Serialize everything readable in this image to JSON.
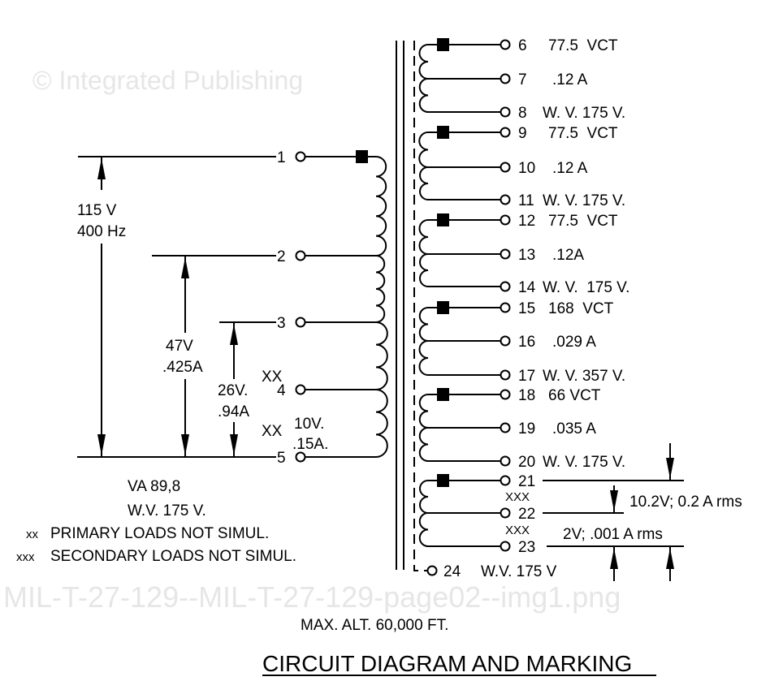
{
  "watermark": {
    "line1": "© Integrated Publishing",
    "line2": "MIL-T-27-129--MIL-T-27-129-page02--img1.png"
  },
  "primary": {
    "terminals": [
      "1",
      "2",
      "3",
      "4",
      "5"
    ],
    "supply": {
      "voltage": "115 V",
      "frequency": "400 Hz"
    },
    "tap2": {
      "voltage": "47V",
      "current": ".425A"
    },
    "tap3": {
      "voltage": "26V.",
      "current": ".94A"
    },
    "tap4": {
      "voltage": "10V.",
      "current": ".15A."
    },
    "xx_marks": [
      "XX",
      "XX"
    ]
  },
  "secondary": {
    "windings": [
      {
        "terminals": [
          "6",
          "7",
          "8"
        ],
        "labels": [
          "77.5  VCT",
          ".12 A",
          "W. V. 175 V."
        ]
      },
      {
        "terminals": [
          "9",
          "10",
          "11"
        ],
        "labels": [
          "77.5  VCT",
          ".12 A",
          "W. V. 175 V."
        ]
      },
      {
        "terminals": [
          "12",
          "13",
          "14"
        ],
        "labels": [
          "77.5  VCT",
          ".12A",
          "W. V.  175 V."
        ]
      },
      {
        "terminals": [
          "15",
          "16",
          "17"
        ],
        "labels": [
          "168  VCT",
          ".029 A",
          "W. V. 357 V."
        ]
      },
      {
        "terminals": [
          "18",
          "19",
          "20"
        ],
        "labels": [
          "66 VCT",
          ".035 A",
          "W. V. 175 V."
        ]
      },
      {
        "terminals": [
          "21",
          "22",
          "23"
        ],
        "labels": [
          "",
          "",
          ""
        ]
      }
    ],
    "xxx_marks": [
      "XXX",
      "XXX"
    ],
    "rating_21_22": "10.2V; 0.2 A rms",
    "rating_22_23": "2V; .001 A rms",
    "shield_terminal": "24",
    "shield_label": "W.V. 175 V"
  },
  "notes": {
    "va": "VA 89,8",
    "wv": "W.V. 175 V.",
    "xx_note_mark": "xx",
    "xx_note": "PRIMARY LOADS NOT SIMUL.",
    "xxx_note_mark": "xxx",
    "xxx_note": "SECONDARY LOADS NOT SIMUL.",
    "altitude": "MAX. ALT. 60,000 FT."
  },
  "title": "CIRCUIT DIAGRAM AND MARKING"
}
